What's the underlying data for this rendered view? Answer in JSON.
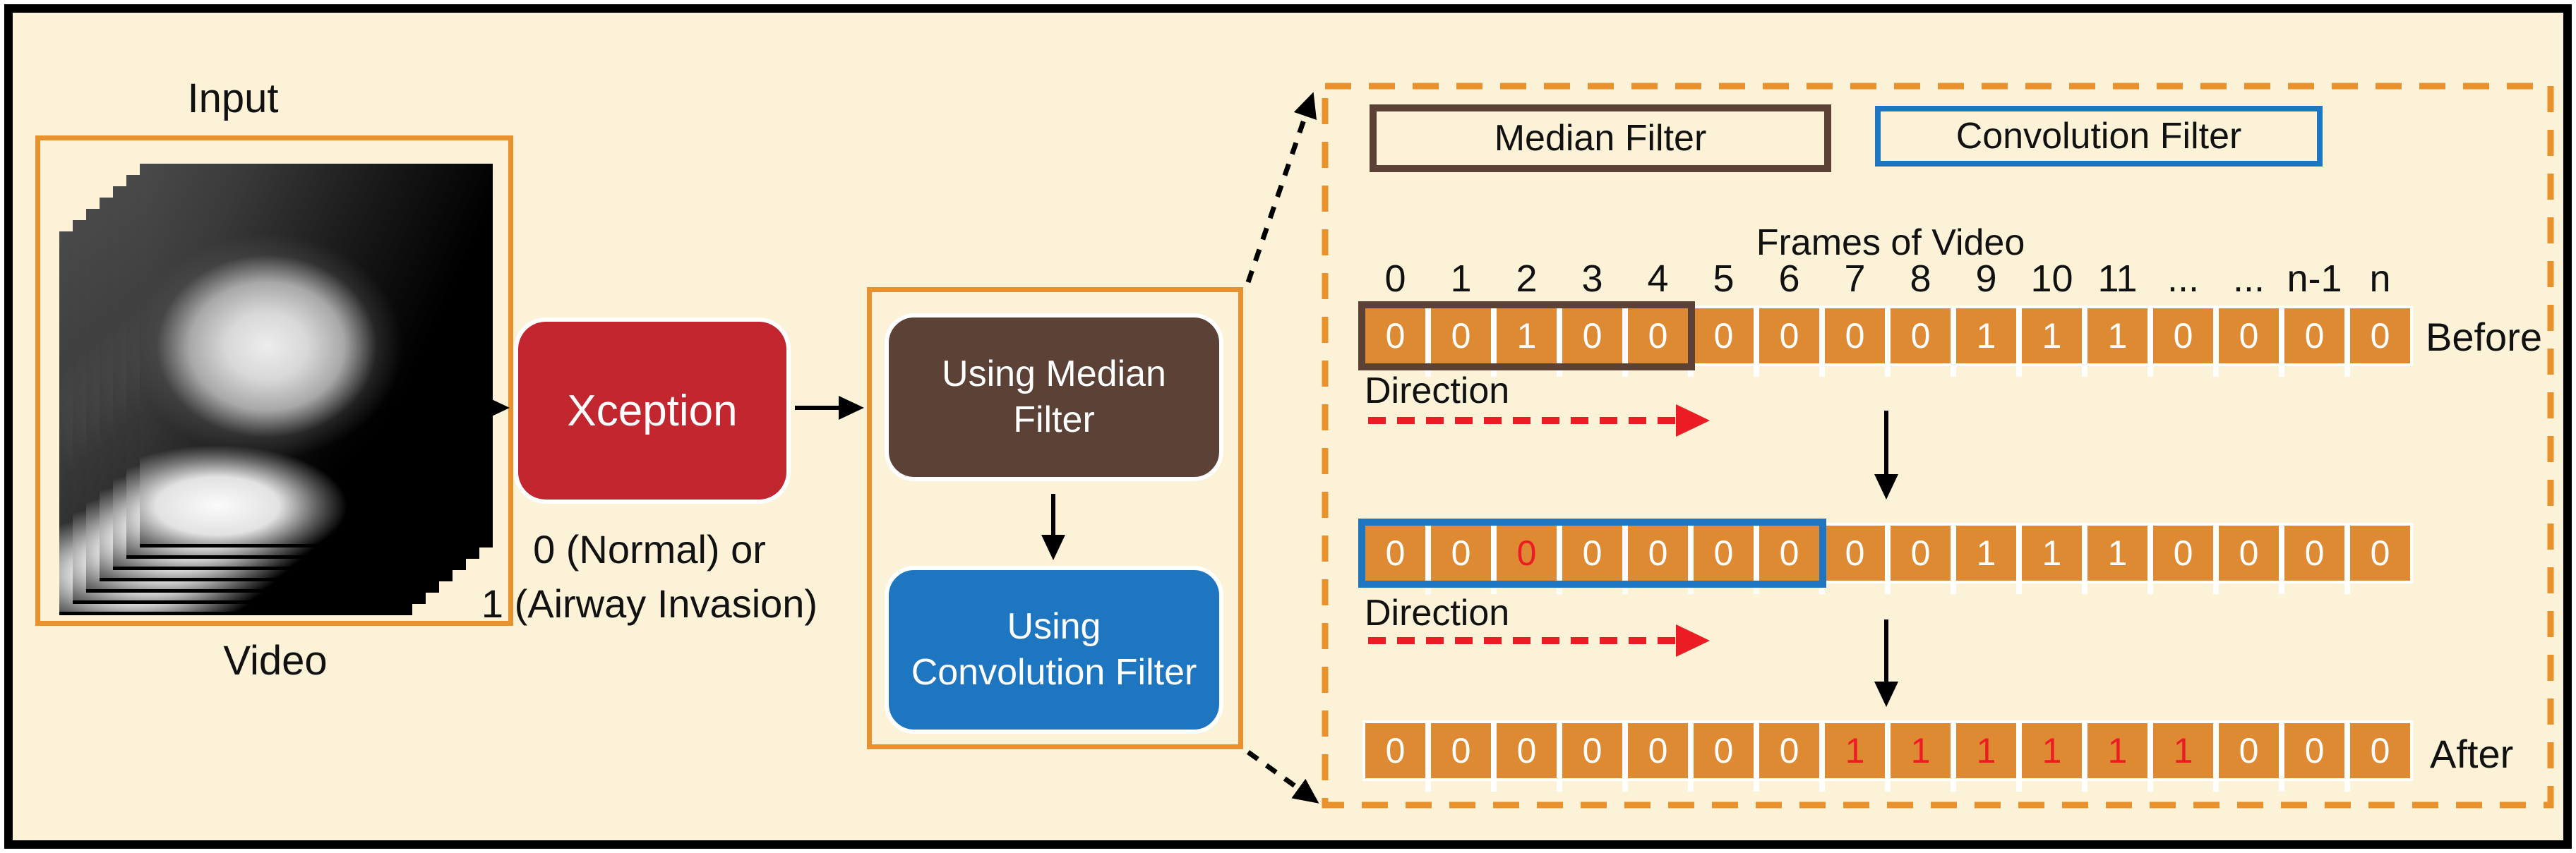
{
  "colors": {
    "background": "#FBF2D7",
    "orange_border": "#E8922F",
    "cell_orange": "#DE8A33",
    "xception_red": "#C2262E",
    "highlight_red": "#EC1C24",
    "median_brown": "#5B4136",
    "convolution_blue": "#1E76C1",
    "text_black": "#111111",
    "text_white": "#FFFFFF"
  },
  "input": {
    "top_label": "Input",
    "bottom_label": "Video"
  },
  "classifier": {
    "label": "Xception",
    "result_line1": "0 (Normal) or",
    "result_line2": "1 (Airway Invasion)"
  },
  "filter_steps": {
    "median": "Using Median Filter",
    "convolution": "Using Convolution Filter"
  },
  "panel": {
    "legend_median": "Median Filter",
    "legend_convolution": "Convolution Filter",
    "frames_title": "Frames of Video",
    "direction_label": "Direction",
    "row_label_before": "Before",
    "row_label_after": "After",
    "indices": [
      "0",
      "1",
      "2",
      "3",
      "4",
      "5",
      "6",
      "7",
      "8",
      "9",
      "10",
      "11",
      "...",
      "...",
      "n-1",
      "n"
    ],
    "rows": [
      {
        "name": "before",
        "window_cells": 5,
        "window_color": "#5B4136",
        "values": [
          "0",
          "0",
          "1",
          "0",
          "0",
          "0",
          "0",
          "0",
          "0",
          "1",
          "1",
          "1",
          "0",
          "0",
          "0",
          "0"
        ],
        "red_indices": []
      },
      {
        "name": "median_filtered",
        "window_cells": 7,
        "window_color": "#1E76C1",
        "values": [
          "0",
          "0",
          "0",
          "0",
          "0",
          "0",
          "0",
          "0",
          "0",
          "1",
          "1",
          "1",
          "0",
          "0",
          "0",
          "0"
        ],
        "red_indices": [
          2
        ]
      },
      {
        "name": "after",
        "window_cells": 0,
        "window_color": null,
        "values": [
          "0",
          "0",
          "0",
          "0",
          "0",
          "0",
          "0",
          "1",
          "1",
          "1",
          "1",
          "1",
          "1",
          "0",
          "0",
          "0"
        ],
        "red_indices": [
          7,
          8,
          9,
          10,
          11,
          12
        ]
      }
    ]
  }
}
